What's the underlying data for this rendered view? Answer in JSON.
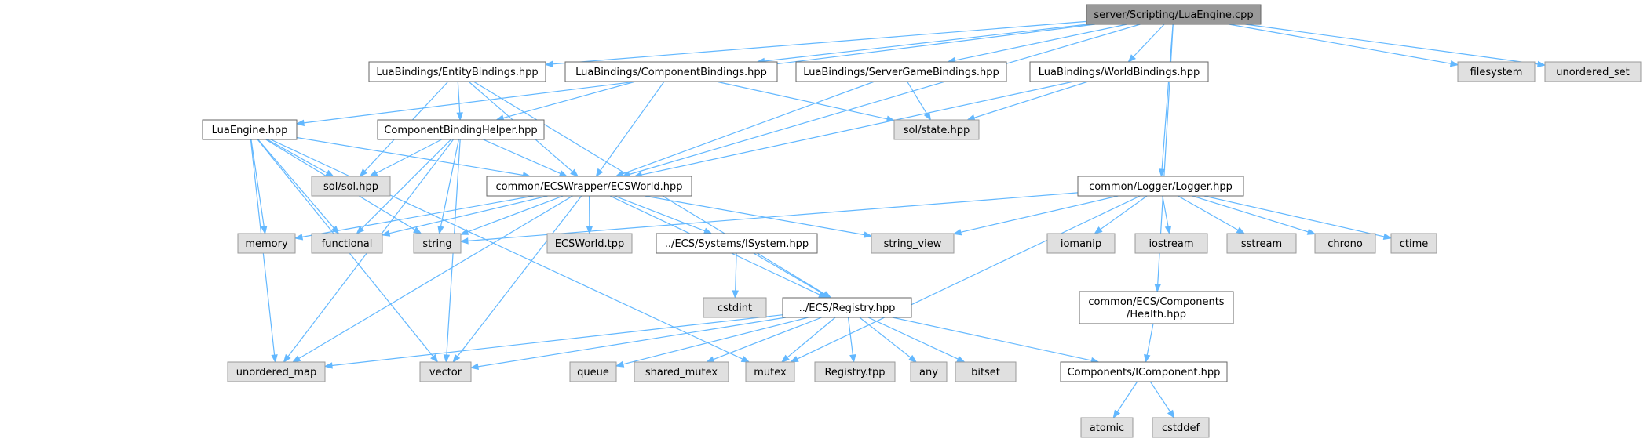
{
  "diagram": {
    "type": "include-dependency-graph",
    "colors": {
      "edge": "#63b8ff",
      "root_fill": "#999999",
      "root_border": "#666666",
      "project_fill": "#ffffff",
      "project_border": "#666666",
      "system_fill": "#e0e0e0",
      "system_border": "#999999"
    },
    "nodes": [
      {
        "id": "root",
        "kind": "root",
        "lines": [
          "server/Scripting/LuaEngine.cpp"
        ]
      },
      {
        "id": "entity",
        "kind": "project",
        "lines": [
          "LuaBindings/EntityBindings.hpp"
        ]
      },
      {
        "id": "component",
        "kind": "project",
        "lines": [
          "LuaBindings/ComponentBindings.hpp"
        ]
      },
      {
        "id": "servergame",
        "kind": "project",
        "lines": [
          "LuaBindings/ServerGameBindings.hpp"
        ]
      },
      {
        "id": "world",
        "kind": "project",
        "lines": [
          "LuaBindings/WorldBindings.hpp"
        ]
      },
      {
        "id": "filesystem",
        "kind": "system",
        "lines": [
          "filesystem"
        ]
      },
      {
        "id": "unordered_set",
        "kind": "system",
        "lines": [
          "unordered_set"
        ]
      },
      {
        "id": "luaengine",
        "kind": "project",
        "lines": [
          "LuaEngine.hpp"
        ]
      },
      {
        "id": "cbhelper",
        "kind": "project",
        "lines": [
          "ComponentBindingHelper.hpp"
        ]
      },
      {
        "id": "solstate",
        "kind": "system",
        "lines": [
          "sol/state.hpp"
        ]
      },
      {
        "id": "solsol",
        "kind": "system",
        "lines": [
          "sol/sol.hpp"
        ]
      },
      {
        "id": "ecsworld",
        "kind": "project",
        "lines": [
          "common/ECSWrapper/ECSWorld.hpp"
        ]
      },
      {
        "id": "logger",
        "kind": "project",
        "lines": [
          "common/Logger/Logger.hpp"
        ]
      },
      {
        "id": "memory",
        "kind": "system",
        "lines": [
          "memory"
        ]
      },
      {
        "id": "functional",
        "kind": "system",
        "lines": [
          "functional"
        ]
      },
      {
        "id": "string",
        "kind": "system",
        "lines": [
          "string"
        ]
      },
      {
        "id": "ecsworld_tpp",
        "kind": "system",
        "lines": [
          "ECSWorld.tpp"
        ]
      },
      {
        "id": "isystem",
        "kind": "project",
        "lines": [
          "../ECS/Systems/ISystem.hpp"
        ]
      },
      {
        "id": "string_view",
        "kind": "system",
        "lines": [
          "string_view"
        ]
      },
      {
        "id": "iomanip",
        "kind": "system",
        "lines": [
          "iomanip"
        ]
      },
      {
        "id": "iostream",
        "kind": "system",
        "lines": [
          "iostream"
        ]
      },
      {
        "id": "sstream",
        "kind": "system",
        "lines": [
          "sstream"
        ]
      },
      {
        "id": "chrono",
        "kind": "system",
        "lines": [
          "chrono"
        ]
      },
      {
        "id": "ctime",
        "kind": "system",
        "lines": [
          "ctime"
        ]
      },
      {
        "id": "cstdint",
        "kind": "system",
        "lines": [
          "cstdint"
        ]
      },
      {
        "id": "registry",
        "kind": "project",
        "lines": [
          "../ECS/Registry.hpp"
        ]
      },
      {
        "id": "health",
        "kind": "project",
        "lines": [
          "common/ECS/Components",
          "/Health.hpp"
        ]
      },
      {
        "id": "unordered_map",
        "kind": "system",
        "lines": [
          "unordered_map"
        ]
      },
      {
        "id": "vector",
        "kind": "system",
        "lines": [
          "vector"
        ]
      },
      {
        "id": "queue",
        "kind": "system",
        "lines": [
          "queue"
        ]
      },
      {
        "id": "shared_mutex",
        "kind": "system",
        "lines": [
          "shared_mutex"
        ]
      },
      {
        "id": "mutex",
        "kind": "system",
        "lines": [
          "mutex"
        ]
      },
      {
        "id": "registry_tpp",
        "kind": "system",
        "lines": [
          "Registry.tpp"
        ]
      },
      {
        "id": "any",
        "kind": "system",
        "lines": [
          "any"
        ]
      },
      {
        "id": "bitset",
        "kind": "system",
        "lines": [
          "bitset"
        ]
      },
      {
        "id": "icomponent",
        "kind": "project",
        "lines": [
          "Components/IComponent.hpp"
        ]
      },
      {
        "id": "atomic",
        "kind": "system",
        "lines": [
          "atomic"
        ]
      },
      {
        "id": "cstddef",
        "kind": "system",
        "lines": [
          "cstddef"
        ]
      }
    ],
    "edges": [
      [
        "root",
        "entity"
      ],
      [
        "root",
        "component"
      ],
      [
        "root",
        "servergame"
      ],
      [
        "root",
        "world"
      ],
      [
        "root",
        "filesystem"
      ],
      [
        "root",
        "unordered_set"
      ],
      [
        "root",
        "luaengine"
      ],
      [
        "root",
        "ecsworld"
      ],
      [
        "root",
        "logger"
      ],
      [
        "root",
        "health"
      ],
      [
        "entity",
        "cbhelper"
      ],
      [
        "entity",
        "solsol"
      ],
      [
        "entity",
        "ecsworld"
      ],
      [
        "entity",
        "registry"
      ],
      [
        "component",
        "cbhelper"
      ],
      [
        "component",
        "ecsworld"
      ],
      [
        "component",
        "solstate"
      ],
      [
        "servergame",
        "solstate"
      ],
      [
        "servergame",
        "ecsworld"
      ],
      [
        "world",
        "solstate"
      ],
      [
        "world",
        "ecsworld"
      ],
      [
        "luaengine",
        "solsol"
      ],
      [
        "luaengine",
        "ecsworld"
      ],
      [
        "luaengine",
        "memory"
      ],
      [
        "luaengine",
        "functional"
      ],
      [
        "luaengine",
        "string"
      ],
      [
        "luaengine",
        "unordered_map"
      ],
      [
        "luaengine",
        "vector"
      ],
      [
        "luaengine",
        "mutex"
      ],
      [
        "cbhelper",
        "solsol"
      ],
      [
        "cbhelper",
        "ecsworld"
      ],
      [
        "cbhelper",
        "functional"
      ],
      [
        "cbhelper",
        "string"
      ],
      [
        "cbhelper",
        "unordered_map"
      ],
      [
        "cbhelper",
        "vector"
      ],
      [
        "ecsworld",
        "memory"
      ],
      [
        "ecsworld",
        "functional"
      ],
      [
        "ecsworld",
        "string"
      ],
      [
        "ecsworld",
        "ecsworld_tpp"
      ],
      [
        "ecsworld",
        "isystem"
      ],
      [
        "ecsworld",
        "string_view"
      ],
      [
        "ecsworld",
        "registry"
      ],
      [
        "ecsworld",
        "unordered_map"
      ],
      [
        "ecsworld",
        "vector"
      ],
      [
        "logger",
        "string"
      ],
      [
        "logger",
        "string_view"
      ],
      [
        "logger",
        "iomanip"
      ],
      [
        "logger",
        "iostream"
      ],
      [
        "logger",
        "sstream"
      ],
      [
        "logger",
        "chrono"
      ],
      [
        "logger",
        "ctime"
      ],
      [
        "logger",
        "mutex"
      ],
      [
        "isystem",
        "cstdint"
      ],
      [
        "isystem",
        "registry"
      ],
      [
        "registry",
        "unordered_map"
      ],
      [
        "registry",
        "vector"
      ],
      [
        "registry",
        "queue"
      ],
      [
        "registry",
        "shared_mutex"
      ],
      [
        "registry",
        "mutex"
      ],
      [
        "registry",
        "registry_tpp"
      ],
      [
        "registry",
        "any"
      ],
      [
        "registry",
        "bitset"
      ],
      [
        "registry",
        "icomponent"
      ],
      [
        "health",
        "icomponent"
      ],
      [
        "icomponent",
        "atomic"
      ],
      [
        "icomponent",
        "cstddef"
      ]
    ]
  }
}
